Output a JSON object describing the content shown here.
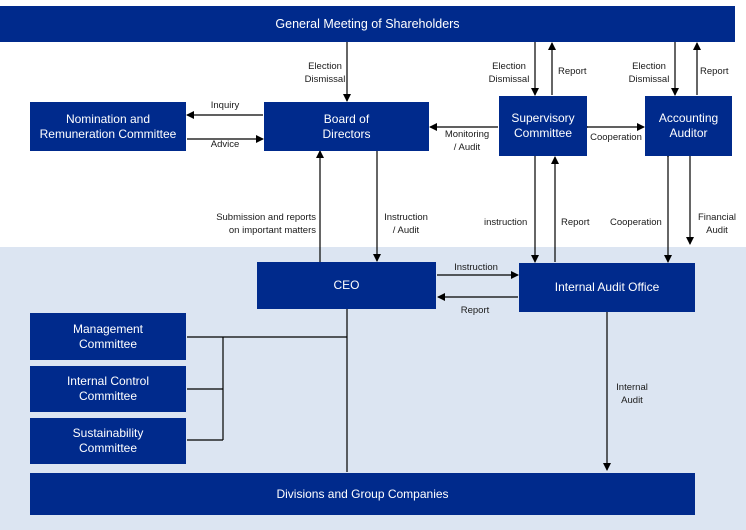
{
  "colors": {
    "box_fill": "#002a8c",
    "box_text": "#ffffff",
    "lower_bg": "#dce5f2",
    "line": "#000000"
  },
  "boxes": {
    "shareholders": "General Meeting of Shareholders",
    "nomination": "Nomination and\nRemuneration Committee",
    "board": "Board of\nDirectors",
    "supervisory": "Supervisory\nCommittee",
    "auditor": "Accounting\nAuditor",
    "ceo": "CEO",
    "internal_audit_office": "Internal Audit Office",
    "management": "Management\nCommittee",
    "internal_control": "Internal Control\nCommittee",
    "sustainability": "Sustainability\nCommittee",
    "divisions": "Divisions and Group Companies"
  },
  "labels": {
    "election_dismissal_board": "Election\nDismissal",
    "election_dismissal_supervisory": "Election\nDismissal",
    "report_supervisory": "Report",
    "election_dismissal_auditor": "Election\nDismissal",
    "report_auditor": "Report",
    "inquiry": "Inquiry",
    "advice": "Advice",
    "monitoring_audit": "Monitoring\n/ Audit",
    "cooperation_top": "Cooperation",
    "submission_reports": "Submission and reports\non important matters",
    "instruction_audit": "Instruction\n/ Audit",
    "instruction_lower": "instruction",
    "report_lower": "Report",
    "cooperation_lower": "Cooperation",
    "financial_audit": "Financial\nAudit",
    "instruction_ceo": "Instruction",
    "report_ceo": "Report",
    "internal_audit": "Internal\nAudit"
  }
}
